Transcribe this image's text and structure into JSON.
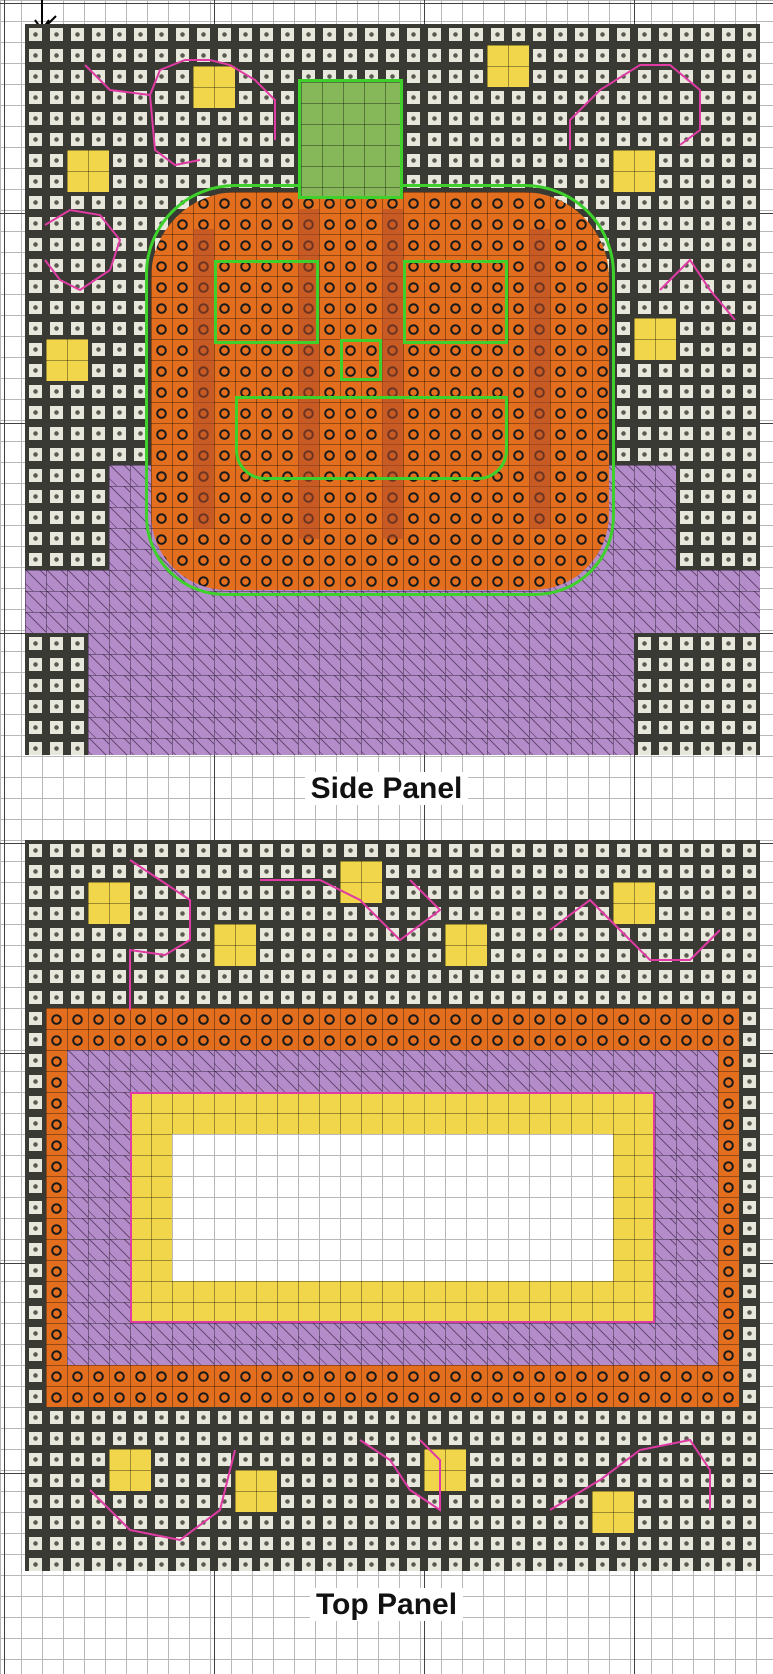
{
  "panels": [
    {
      "id": "side",
      "label": "Side Panel"
    },
    {
      "id": "top",
      "label": "Top Panel"
    }
  ],
  "colors": {
    "background_grid": "#b8b8b8",
    "dark_stitch": "#3a3a34",
    "orange": "#e36f1e",
    "dark_orange": "#b24b2a",
    "green": "#86b85a",
    "purple": "#b48cc9",
    "yellow": "#f1d54b",
    "outline_green": "#3ed12c",
    "outline_pink": "#e03aa4"
  },
  "icons": [
    "start-arrow-icon",
    "heart-icon",
    "swirl-icon",
    "up-arrow-icon",
    "u-symbol-icon",
    "tree-symbol-icon"
  ]
}
